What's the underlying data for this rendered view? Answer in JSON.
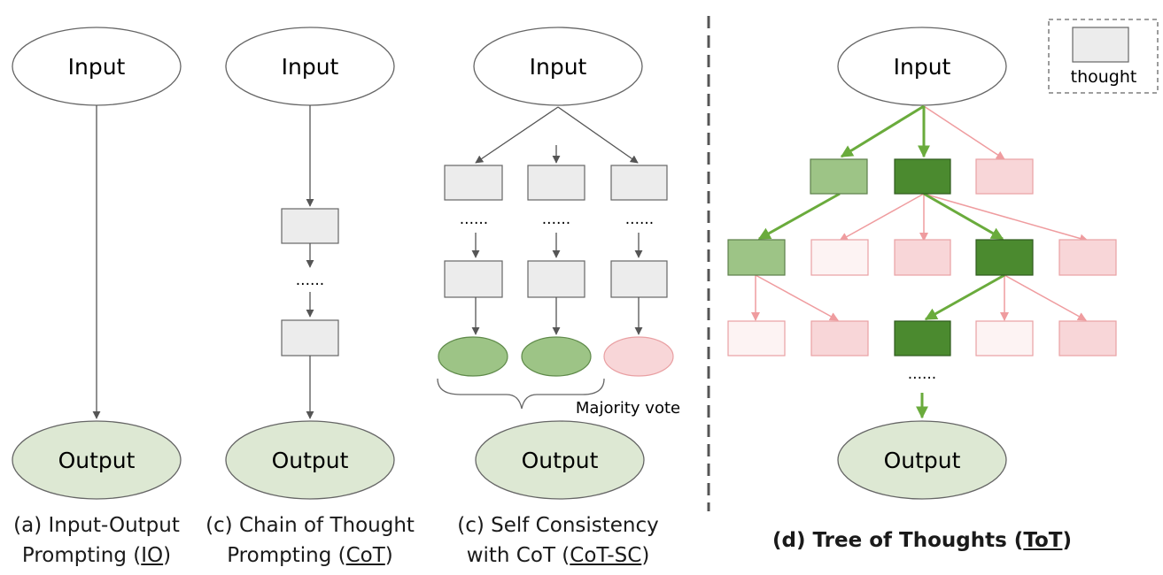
{
  "labels": {
    "input": "Input",
    "output": "Output",
    "dots": "......",
    "majority_vote": "Majority vote"
  },
  "legend": {
    "label": "thought"
  },
  "captions": [
    {
      "line1": "(a) Input-Output",
      "line2_pre": "Prompting (",
      "abbr": "IO",
      "line2_post": ")"
    },
    {
      "line1": "(c) Chain of Thought",
      "line2_pre": "Prompting (",
      "abbr": "CoT",
      "line2_post": ")"
    },
    {
      "line1": "(c) Self Consistency",
      "line2_pre": "with CoT (",
      "abbr": "CoT-SC",
      "line2_post": ")"
    },
    {
      "line1_pre": "(d) Tree of Thoughts (",
      "abbr": "ToT",
      "line1_post": ")"
    }
  ],
  "colors": {
    "node_gray": "#ececec",
    "node_stroke": "#666666",
    "output_fill": "#dde8d3",
    "light_green": "#9dc486",
    "dark_green": "#4b8a2f",
    "green_edge": "#6aab3c",
    "pink": "#f8d6d8",
    "pale_pink": "#fdf3f3",
    "pink_stroke": "#e9a0a3",
    "pink_edge": "#ef9c9f"
  }
}
